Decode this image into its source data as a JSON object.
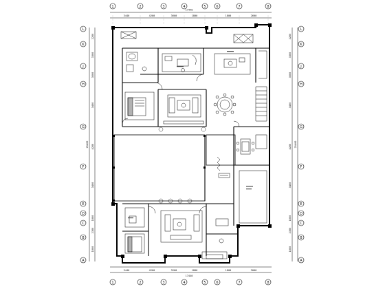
{
  "drawing": {
    "accent_color": "#000000",
    "axes_top": [
      "1",
      "2",
      "3",
      "4",
      "5",
      "6",
      "7",
      "8"
    ],
    "axes_bottom": [
      "1",
      "2",
      "3",
      "4",
      "5",
      "6",
      "7",
      "8"
    ],
    "axes_left": [
      "L",
      "K",
      "J",
      "H",
      "G",
      "F",
      "E",
      "D",
      "C",
      "B",
      "A"
    ],
    "axes_right": [
      "L",
      "K",
      "J",
      "H",
      "G",
      "F",
      "E",
      "D",
      "C",
      "B",
      "A"
    ],
    "top_dims": {
      "overall": "17440",
      "segments": [
        "3440",
        "4200",
        "3600",
        "1800",
        "1800",
        "2600"
      ]
    },
    "bottom_dims": {
      "overall": "17440",
      "segments": [
        "3440",
        "4200",
        "3200",
        "1800",
        "1800",
        "3000"
      ]
    },
    "left_dims": {
      "overall": "25400",
      "segments": [
        "2200",
        "3300",
        "3000",
        "3400",
        "4200",
        "3400",
        "1800",
        "2300",
        "1800"
      ]
    },
    "right_dims": {
      "overall": "25400",
      "segments": [
        "2200",
        "3300",
        "3000",
        "3400",
        "4200",
        "3400",
        "1800",
        "2300",
        "1800"
      ]
    }
  }
}
